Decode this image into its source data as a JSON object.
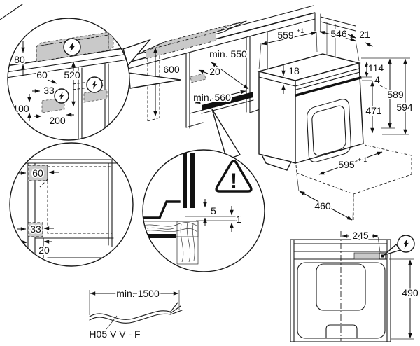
{
  "meta": {
    "title": "Built-in oven installation diagram"
  },
  "colors": {
    "line": "#1a1a1a",
    "zone_gray": "#c9c9c9",
    "background": "#ffffff"
  },
  "detail_socket_side": {
    "d80": "80",
    "d60": "60",
    "d520": "520",
    "d33": "33",
    "d100": "100",
    "d200": "200"
  },
  "cabinet_scene": {
    "d600": "600",
    "min550": "min. 550",
    "d20": "20",
    "min560": "min. 560"
  },
  "oven": {
    "d559": "559",
    "d559_sup": "+1",
    "d546": "546",
    "d21": "21",
    "d18": "18",
    "d114": "114",
    "d4": "4",
    "d471": "471",
    "d589": "589",
    "d594": "594",
    "d595": "595",
    "d595_sup": "+-1",
    "d460": "460"
  },
  "detail_front": {
    "d60": "60",
    "d33": "33",
    "d20": "20"
  },
  "detail_rear_gap": {
    "d5": "5",
    "d1": "1",
    "warning": "!"
  },
  "cable": {
    "length": "min. 1500",
    "type": "H05 V V - F"
  },
  "top_view": {
    "d245": "245",
    "d490": "490"
  },
  "icons": {
    "power": "lightning-bolt",
    "warning": "warning-triangle"
  }
}
